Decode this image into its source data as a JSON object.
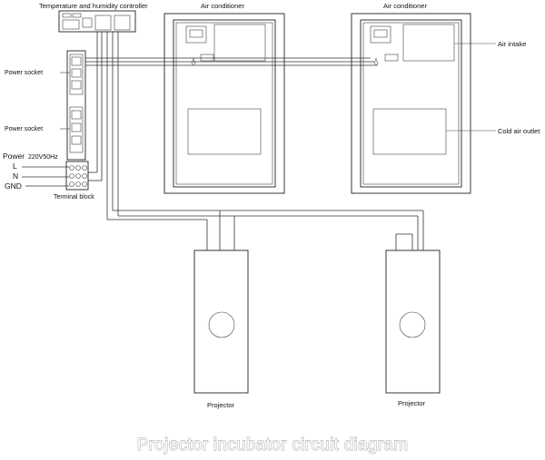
{
  "title": "Projector incubator circuit diagram",
  "labels": {
    "controller": "Temperature and humidity controller",
    "air_conditioner_left": "Air conditioner",
    "air_conditioner_right": "Air conditioner",
    "air_intake": "Air intake",
    "cold_air_outlet": "Cold air outlet",
    "power_socket_1": "Power socket",
    "power_socket_2": "Power socket",
    "power": "Power",
    "voltage": "220V50Hz",
    "line_l": "L",
    "line_n": "N",
    "line_gnd": "GND",
    "terminal_block": "Terminal block",
    "projector_left": "Projector",
    "projector_right": "Projector"
  },
  "colors": {
    "line": "#222222",
    "title_outline": "#9a9a9a",
    "background": "#ffffff"
  }
}
